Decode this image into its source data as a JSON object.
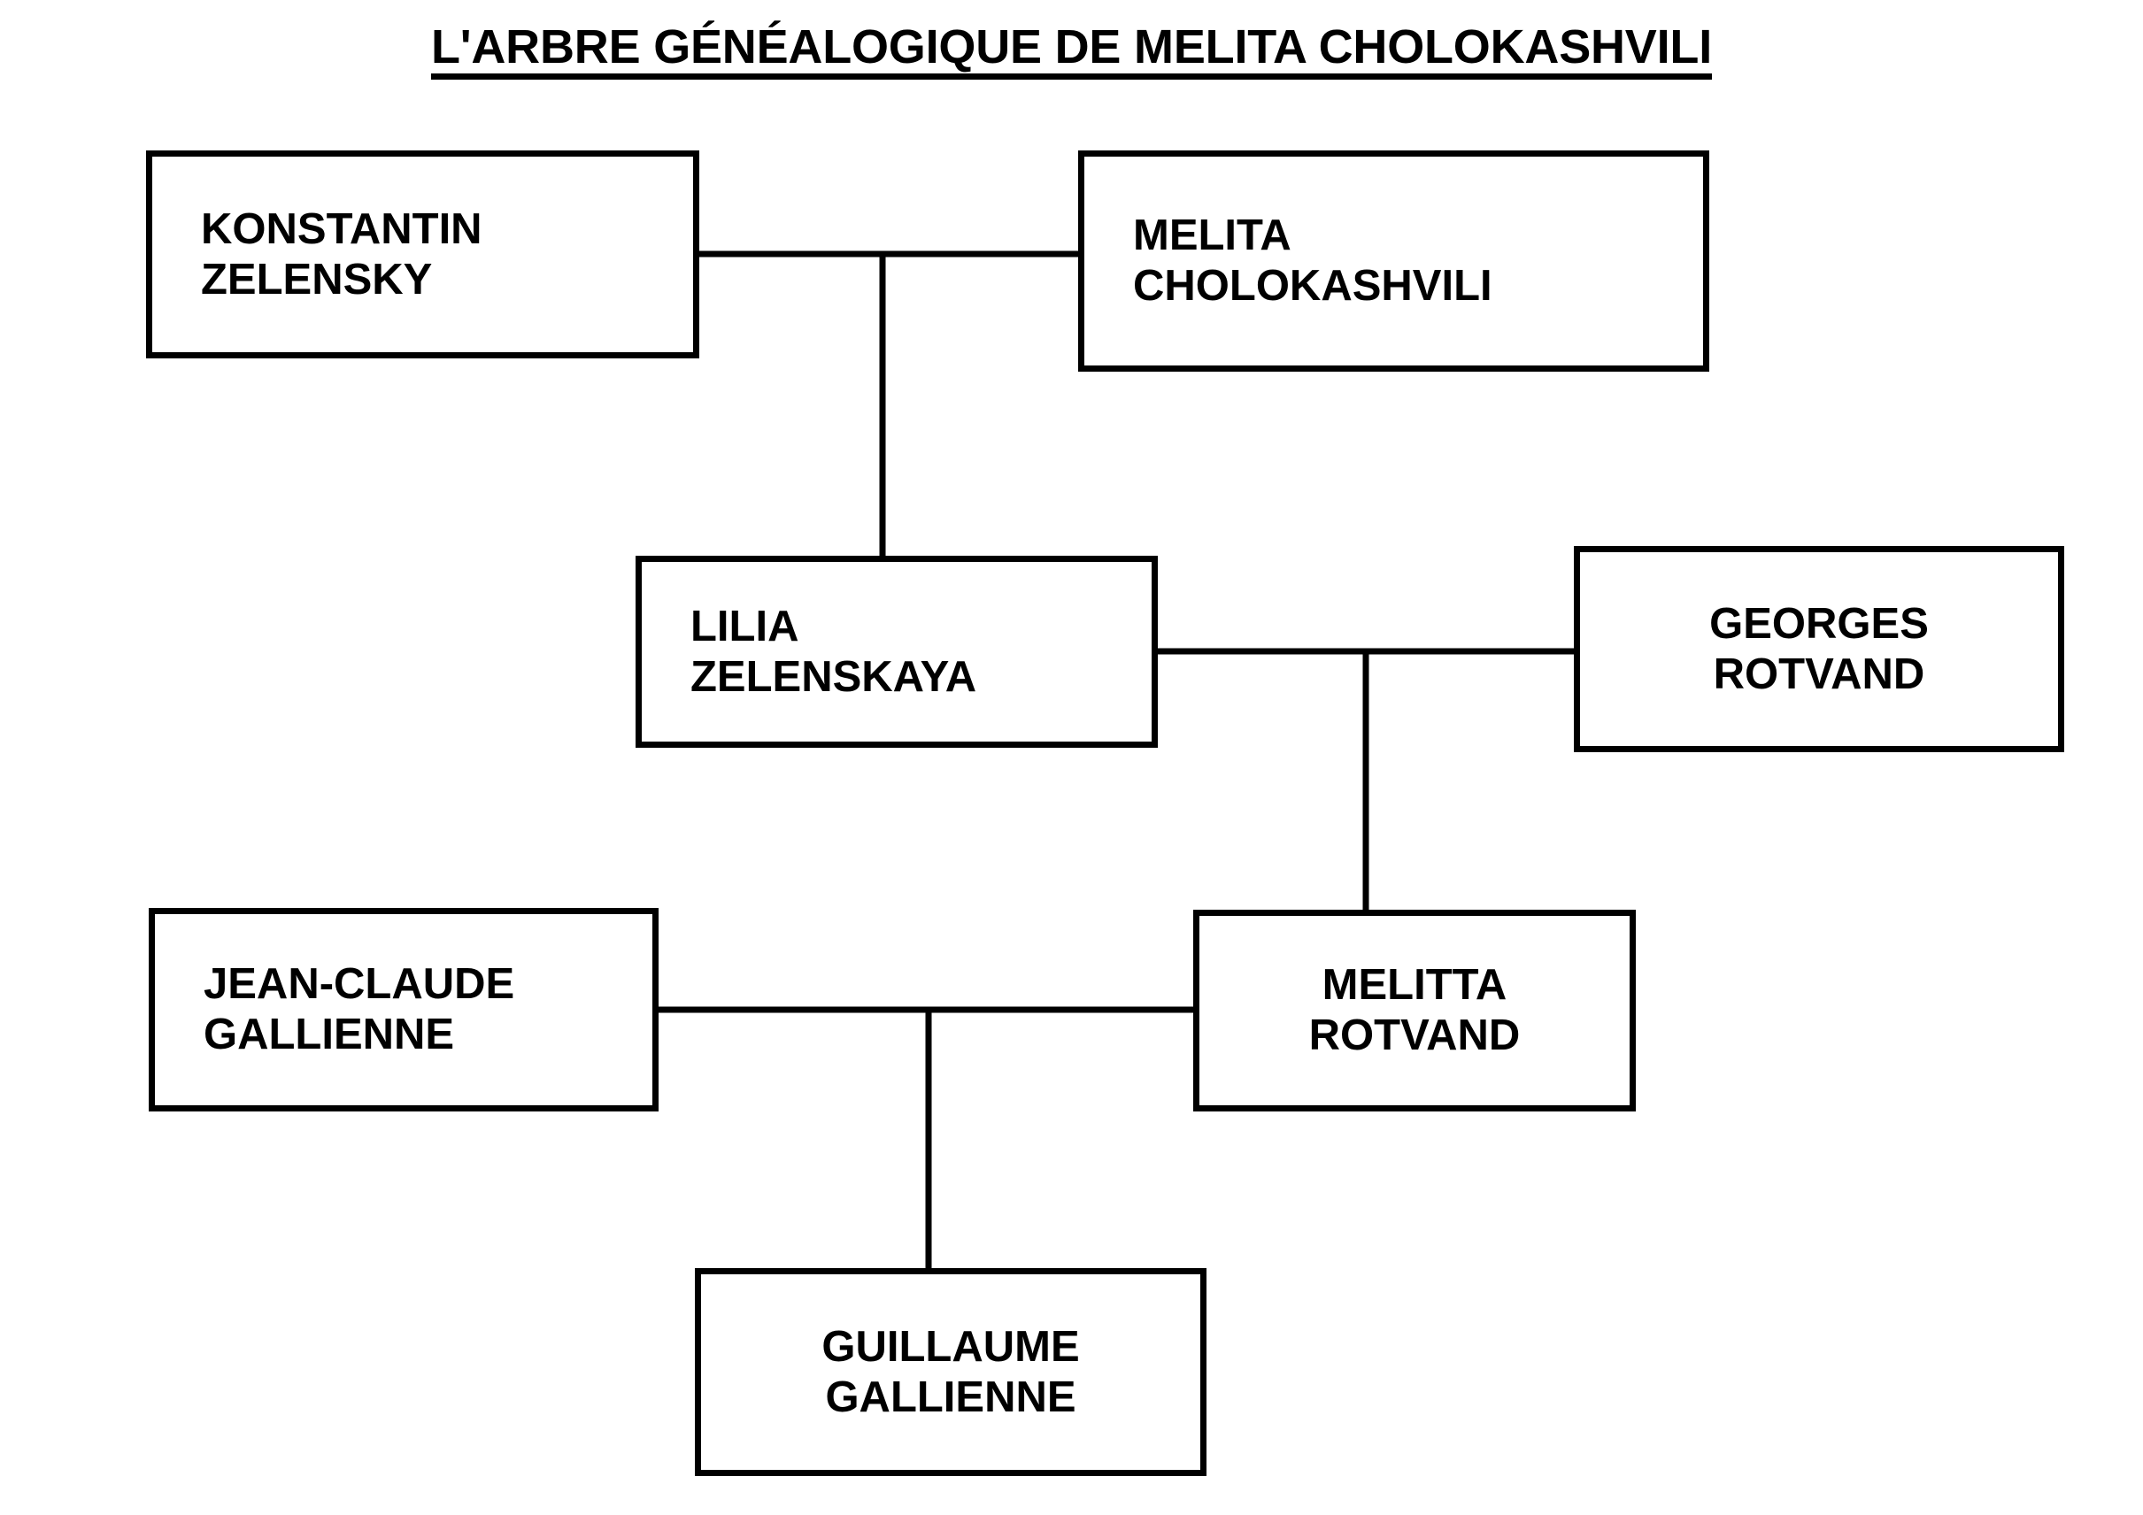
{
  "page": {
    "title": "L'ARBRE GÉNÉALOGIQUE DE MELITA CHOLOKASHVILI",
    "background_color": "#FFFFFF",
    "line_color": "#000000",
    "text_color": "#000000"
  },
  "nodes": [
    {
      "id": "konstantin-zelensky",
      "name_line1": "KONSTANTIN",
      "name_line2": "ZELENSKY",
      "generation": 1,
      "role": "grandfather"
    },
    {
      "id": "melita-cholokashvili",
      "name_line1": "MELITA",
      "name_line2": "CHOLOKASHVILI",
      "generation": 1,
      "role": "grandmother"
    },
    {
      "id": "lilia-zelenskaya",
      "name_line1": "LILIA",
      "name_line2": "ZELENSKAYA",
      "generation": 2,
      "role": "daughter"
    },
    {
      "id": "georges-rotvand",
      "name_line1": "GEORGES",
      "name_line2": "ROTVAND",
      "generation": 2,
      "role": "spouse"
    },
    {
      "id": "jean-claude-gallienne",
      "name_line1": "JEAN-CLAUDE",
      "name_line2": "GALLIENNE",
      "generation": 3,
      "role": "father"
    },
    {
      "id": "melitta-rotvand",
      "name_line1": "MELITTA",
      "name_line2": "ROTVAND",
      "generation": 3,
      "role": "mother"
    },
    {
      "id": "guillaume-gallienne",
      "name_line1": "GUILLAUME",
      "name_line2": "GALLIENNE",
      "generation": 4,
      "role": "son"
    }
  ],
  "relationships": [
    {
      "type": "marriage",
      "from": "konstantin-zelensky",
      "to": "melita-cholokashvili"
    },
    {
      "type": "child",
      "from": "konstantin-zelensky+melita-cholokashvili",
      "to": "lilia-zelenskaya"
    },
    {
      "type": "marriage",
      "from": "lilia-zelenskaya",
      "to": "georges-rotvand"
    },
    {
      "type": "child",
      "from": "lilia-zelenskaya+georges-rotvand",
      "to": "melitta-rotvand"
    },
    {
      "type": "marriage",
      "from": "jean-claude-gallienne",
      "to": "melitta-rotvand"
    },
    {
      "type": "child",
      "from": "jean-claude-gallienne+melitta-rotvand",
      "to": "guillaume-gallienne"
    }
  ]
}
